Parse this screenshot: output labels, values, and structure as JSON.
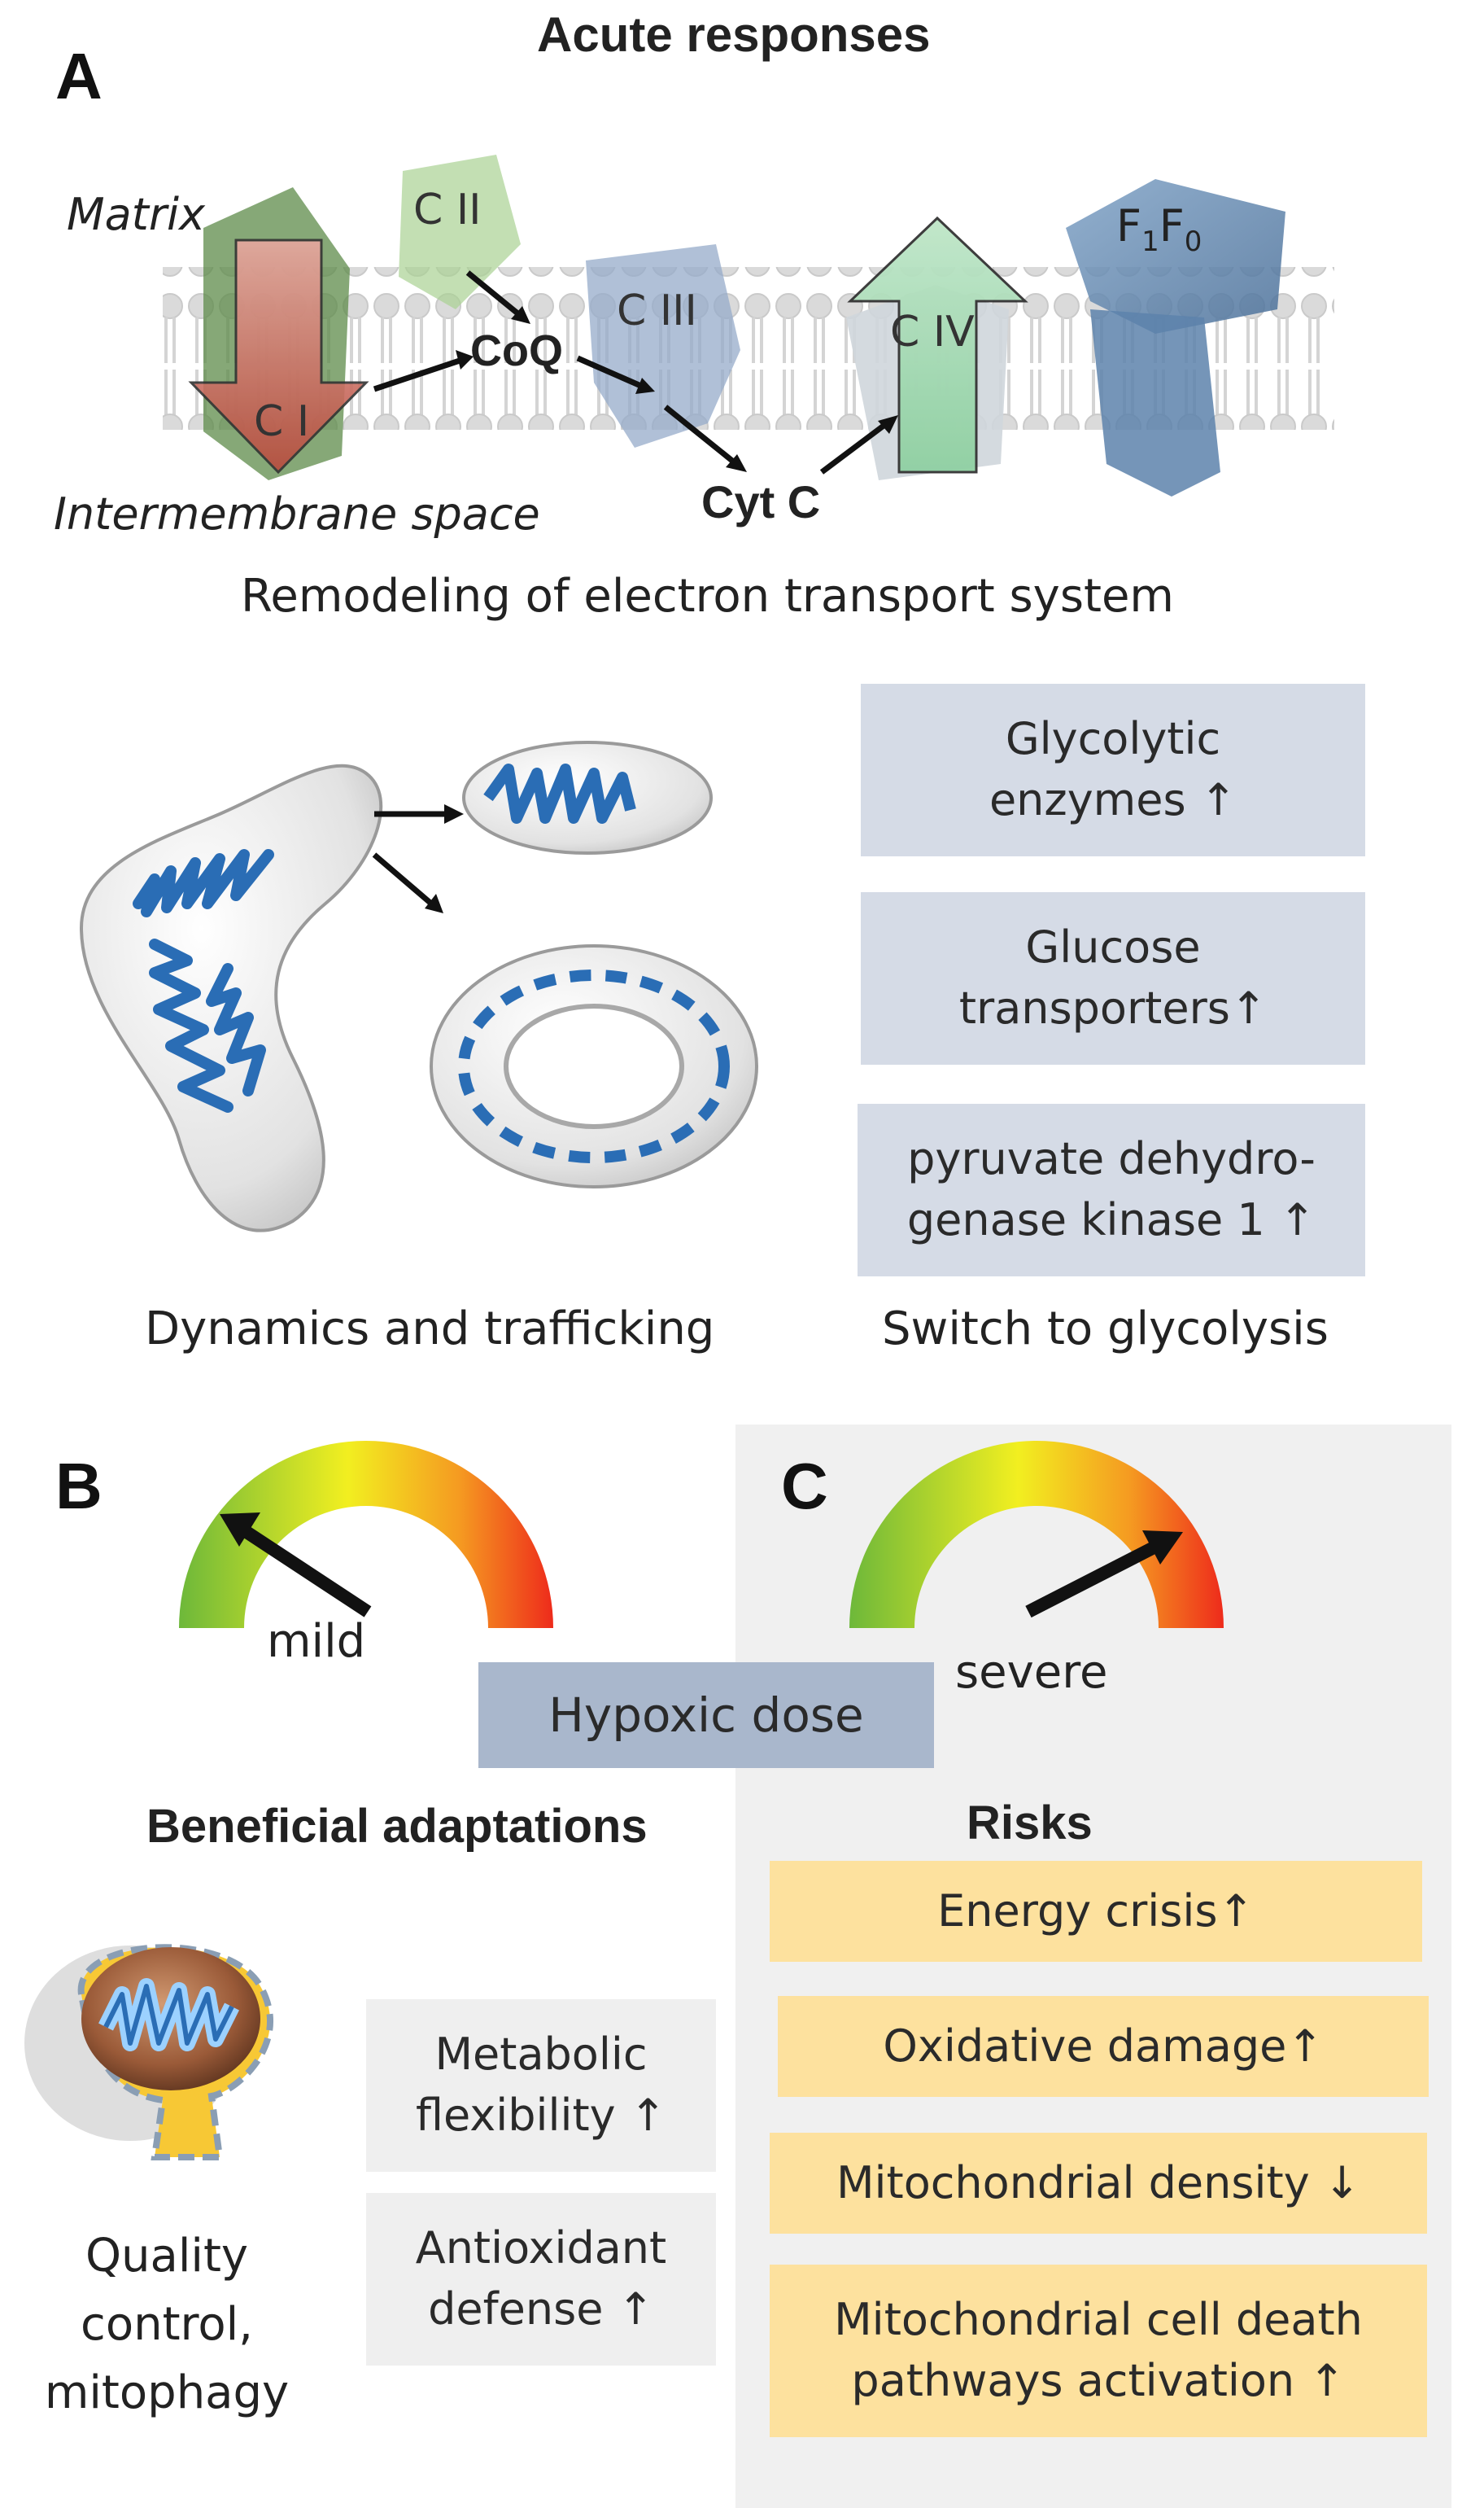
{
  "panel_a": {
    "letter": "A",
    "title": "Acute responses",
    "etc": {
      "matrix": "Matrix",
      "intermembrane": "Intermembrane space",
      "complex1": "C I",
      "complex2": "C II",
      "complex3": "C III",
      "complex4": "C IV",
      "coq": "CoQ",
      "cytc": "Cyt C",
      "atp_synthase_base": "F",
      "atp_synthase_sub1": "1",
      "atp_synthase_mid": "F",
      "atp_synthase_sub2": "0"
    },
    "etc_caption": "Remodeling of electron transport system",
    "dynamics_caption": "Dynamics and trafficking",
    "glycolysis_boxes": [
      {
        "line1": "Glycolytic",
        "line2": "enzymes  ↑"
      },
      {
        "line1": "Glucose",
        "line2": "transporters↑"
      },
      {
        "line1": "pyruvate dehydro-",
        "line2": "genase kinase 1 ↑"
      }
    ],
    "glycolysis_caption": "Switch to glycolysis"
  },
  "panel_b": {
    "letter": "B",
    "gauge_label": "mild",
    "heading": "Beneficial adaptations",
    "quality_label": [
      "Quality",
      "control,",
      "mitophagy"
    ],
    "boxes": [
      {
        "line1": "Metabolic",
        "line2": "flexibility ↑"
      },
      {
        "line1": "Antioxidant",
        "line2": "defense ↑"
      }
    ]
  },
  "hypoxic_dose": "Hypoxic dose",
  "panel_c": {
    "letter": "C",
    "gauge_label": "severe",
    "heading": "Risks",
    "boxes": [
      {
        "line1": "Energy crisis↑",
        "line2": ""
      },
      {
        "line1": "Oxidative damage↑",
        "line2": ""
      },
      {
        "line1": "Mitochondrial density ↓",
        "line2": ""
      },
      {
        "line1": "Mitochondrial cell death",
        "line2": "pathways activation ↑"
      }
    ]
  },
  "colors": {
    "complex1": "#c0392b",
    "complex1_bg": "#4e7a3a",
    "complex2": "#9cc97f",
    "complex3": "#8fa6c4",
    "complex4": "#5aae78",
    "atp_synthase": "#5d83ab",
    "membrane": "#d0d0d0",
    "mito_blue": "#2a6db5",
    "blue_box": "#d5dbe6",
    "gray_box": "#efefef",
    "yellow_box": "#fde19e",
    "panel_c_bg": "#f0f0f0",
    "hypoxic_box": "#a9b7cc"
  }
}
